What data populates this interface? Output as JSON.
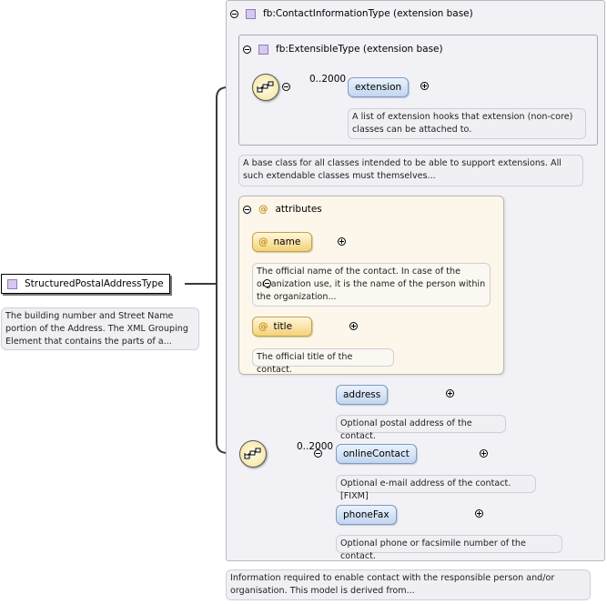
{
  "root": {
    "name": "StructuredPostalAddressType",
    "doc": "The building number and Street Name portion of the Address. The XML Grouping Element that contains the parts of a..."
  },
  "contact_type": {
    "title": "fb:ContactInformationType (extension base)",
    "doc": "Information required to enable contact with the responsible person and/or organisation. This model is derived from..."
  },
  "extensible_type": {
    "title": "fb:ExtensibleType (extension base)",
    "doc": "A base class for all classes intended to be able to support extensions. All such extendable classes must themselves...",
    "sequence_multiplicity": "0..2000",
    "element": {
      "name": "extension",
      "doc": "A list of extension hooks that extension (non-core) classes can be attached to."
    }
  },
  "attributes": {
    "title": "attributes",
    "items": [
      {
        "name": "name",
        "doc": "The official name of the contact. In case of the organization use, it is the name of the person within the organization..."
      },
      {
        "name": "title",
        "doc": "The official title of the contact."
      }
    ]
  },
  "choice": {
    "multiplicity": "0..2000",
    "elements": [
      {
        "name": "address",
        "doc": "Optional postal address of the contact."
      },
      {
        "name": "onlineContact",
        "doc": "Optional e-mail address of the contact.[FIXM]"
      },
      {
        "name": "phoneFax",
        "doc": "Optional phone or facsimile number of the contact."
      }
    ]
  },
  "colors": {
    "panel_bg": "#f2f1f6",
    "element_fill": "#c2d6ef",
    "attribute_fill": "#f4d27a",
    "type_icon": "#d6c8ef"
  }
}
